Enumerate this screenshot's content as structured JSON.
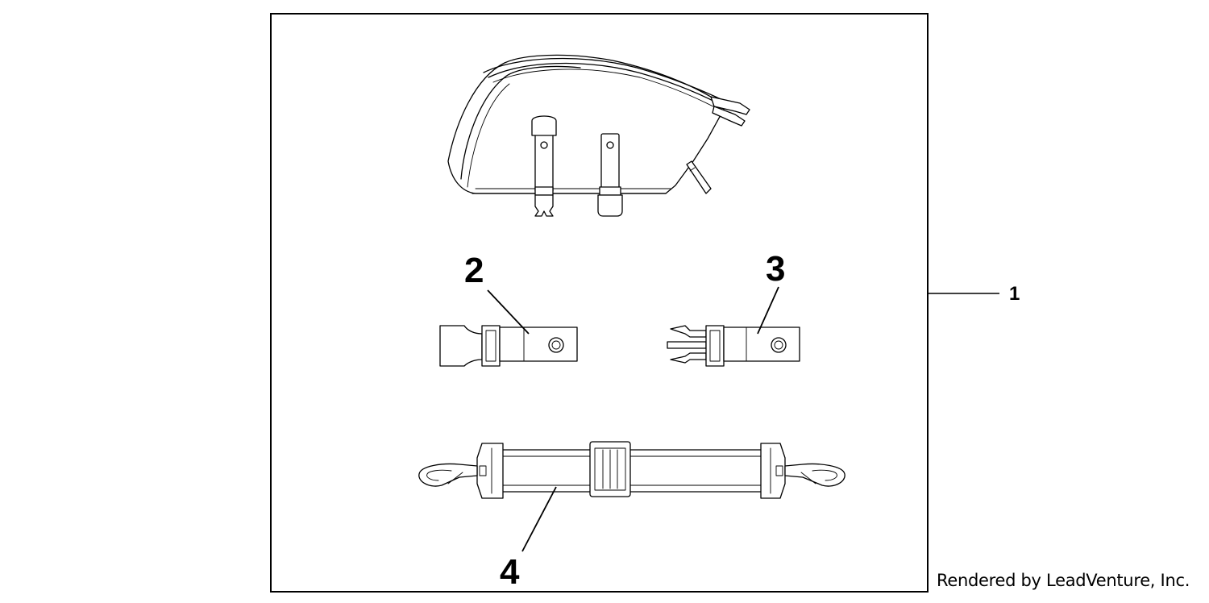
{
  "diagram": {
    "callouts": {
      "item_1": "1",
      "item_2": "2",
      "item_3": "3",
      "item_4": "4"
    }
  },
  "footer": {
    "credit": "Rendered by LeadVenture, Inc."
  }
}
